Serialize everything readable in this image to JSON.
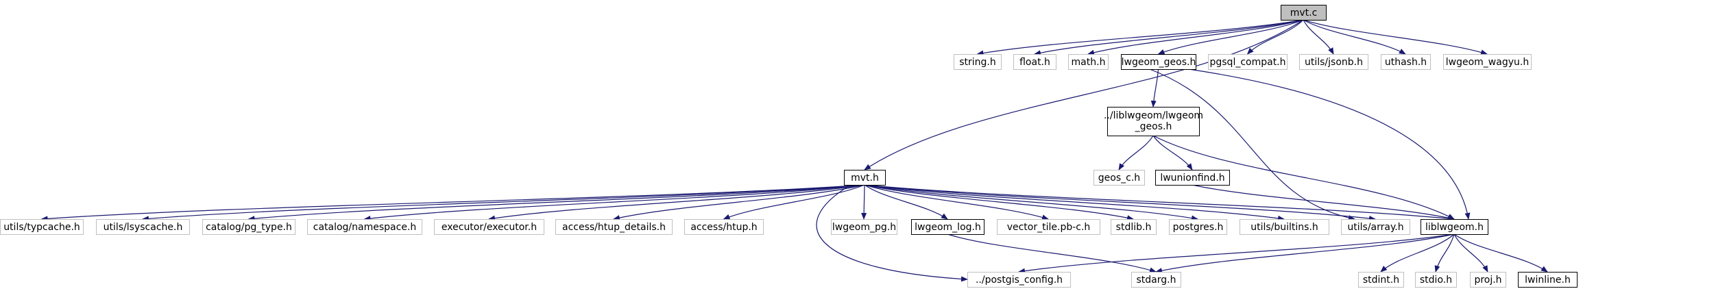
{
  "graph": {
    "edge_color": "#191970",
    "node_border_colors": {
      "documented": "#000000",
      "external": "#bfbfbf"
    },
    "root_fill": "#bfbfbf",
    "nodes": [
      {
        "id": "mvt_c",
        "label": "mvt.c",
        "style": "root"
      },
      {
        "id": "string_h",
        "label": "string.h",
        "style": "gray"
      },
      {
        "id": "float_h",
        "label": "float.h",
        "style": "gray"
      },
      {
        "id": "math_h",
        "label": "math.h",
        "style": "gray"
      },
      {
        "id": "lwgeom_geos_h",
        "label": "lwgeom_geos.h",
        "style": "black"
      },
      {
        "id": "pgsql_compat_h",
        "label": "pgsql_compat.h",
        "style": "gray"
      },
      {
        "id": "utils_jsonb_h",
        "label": "utils/jsonb.h",
        "style": "gray"
      },
      {
        "id": "uthash_h",
        "label": "uthash.h",
        "style": "gray"
      },
      {
        "id": "lwgeom_wagyu_h",
        "label": "lwgeom_wagyu.h",
        "style": "gray"
      },
      {
        "id": "liblwgeom_lwgeom_geos_h",
        "label": "../liblwgeom/lwgeom",
        "label2": "_geos.h",
        "style": "black"
      },
      {
        "id": "geos_c_h",
        "label": "geos_c.h",
        "style": "gray"
      },
      {
        "id": "lwunionfind_h",
        "label": "lwunionfind.h",
        "style": "black"
      },
      {
        "id": "mvt_h",
        "label": "mvt.h",
        "style": "black"
      },
      {
        "id": "utils_typcache_h",
        "label": "utils/typcache.h",
        "style": "gray"
      },
      {
        "id": "utils_lsyscache_h",
        "label": "utils/lsyscache.h",
        "style": "gray"
      },
      {
        "id": "catalog_pg_type_h",
        "label": "catalog/pg_type.h",
        "style": "gray"
      },
      {
        "id": "catalog_namespace_h",
        "label": "catalog/namespace.h",
        "style": "gray"
      },
      {
        "id": "executor_executor_h",
        "label": "executor/executor.h",
        "style": "gray"
      },
      {
        "id": "access_htup_details_h",
        "label": "access/htup_details.h",
        "style": "gray"
      },
      {
        "id": "access_htup_h",
        "label": "access/htup.h",
        "style": "gray"
      },
      {
        "id": "lwgeom_pg_h",
        "label": "lwgeom_pg.h",
        "style": "gray"
      },
      {
        "id": "lwgeom_log_h",
        "label": "lwgeom_log.h",
        "style": "black"
      },
      {
        "id": "vector_tile_pb_c_h",
        "label": "vector_tile.pb-c.h",
        "style": "gray"
      },
      {
        "id": "stdlib_h",
        "label": "stdlib.h",
        "style": "gray"
      },
      {
        "id": "postgres_h",
        "label": "postgres.h",
        "style": "gray"
      },
      {
        "id": "utils_builtins_h",
        "label": "utils/builtins.h",
        "style": "gray"
      },
      {
        "id": "utils_array_h",
        "label": "utils/array.h",
        "style": "gray"
      },
      {
        "id": "liblwgeom_h",
        "label": "liblwgeom.h",
        "style": "black"
      },
      {
        "id": "postgis_config_h",
        "label": "../postgis_config.h",
        "style": "gray"
      },
      {
        "id": "stdarg_h",
        "label": "stdarg.h",
        "style": "gray"
      },
      {
        "id": "stdint_h",
        "label": "stdint.h",
        "style": "gray"
      },
      {
        "id": "stdio_h",
        "label": "stdio.h",
        "style": "gray"
      },
      {
        "id": "proj_h",
        "label": "proj.h",
        "style": "gray"
      },
      {
        "id": "lwinline_h",
        "label": "lwinline.h",
        "style": "black"
      }
    ],
    "edges": [
      [
        "mvt_c",
        "string_h"
      ],
      [
        "mvt_c",
        "float_h"
      ],
      [
        "mvt_c",
        "math_h"
      ],
      [
        "mvt_c",
        "lwgeom_geos_h"
      ],
      [
        "mvt_c",
        "pgsql_compat_h"
      ],
      [
        "mvt_c",
        "utils_jsonb_h"
      ],
      [
        "mvt_c",
        "uthash_h"
      ],
      [
        "mvt_c",
        "lwgeom_wagyu_h"
      ],
      [
        "mvt_c",
        "mvt_h"
      ],
      [
        "lwgeom_geos_h",
        "liblwgeom_lwgeom_geos_h"
      ],
      [
        "lwgeom_geos_h",
        "liblwgeom_h"
      ],
      [
        "lwgeom_geos_h",
        "utils_array_h"
      ],
      [
        "liblwgeom_lwgeom_geos_h",
        "geos_c_h"
      ],
      [
        "liblwgeom_lwgeom_geos_h",
        "lwunionfind_h"
      ],
      [
        "liblwgeom_lwgeom_geos_h",
        "liblwgeom_h"
      ],
      [
        "lwunionfind_h",
        "liblwgeom_h"
      ],
      [
        "mvt_h",
        "utils_typcache_h"
      ],
      [
        "mvt_h",
        "utils_lsyscache_h"
      ],
      [
        "mvt_h",
        "catalog_pg_type_h"
      ],
      [
        "mvt_h",
        "catalog_namespace_h"
      ],
      [
        "mvt_h",
        "executor_executor_h"
      ],
      [
        "mvt_h",
        "access_htup_details_h"
      ],
      [
        "mvt_h",
        "access_htup_h"
      ],
      [
        "mvt_h",
        "lwgeom_pg_h"
      ],
      [
        "mvt_h",
        "lwgeom_log_h"
      ],
      [
        "mvt_h",
        "vector_tile_pb_c_h"
      ],
      [
        "mvt_h",
        "stdlib_h"
      ],
      [
        "mvt_h",
        "postgres_h"
      ],
      [
        "mvt_h",
        "utils_builtins_h"
      ],
      [
        "mvt_h",
        "utils_array_h"
      ],
      [
        "mvt_h",
        "liblwgeom_h"
      ],
      [
        "mvt_h",
        "postgis_config_h"
      ],
      [
        "lwgeom_log_h",
        "stdarg_h"
      ],
      [
        "liblwgeom_h",
        "postgis_config_h"
      ],
      [
        "liblwgeom_h",
        "stdarg_h"
      ],
      [
        "liblwgeom_h",
        "stdint_h"
      ],
      [
        "liblwgeom_h",
        "stdio_h"
      ],
      [
        "liblwgeom_h",
        "proj_h"
      ],
      [
        "liblwgeom_h",
        "lwinline_h"
      ]
    ]
  }
}
